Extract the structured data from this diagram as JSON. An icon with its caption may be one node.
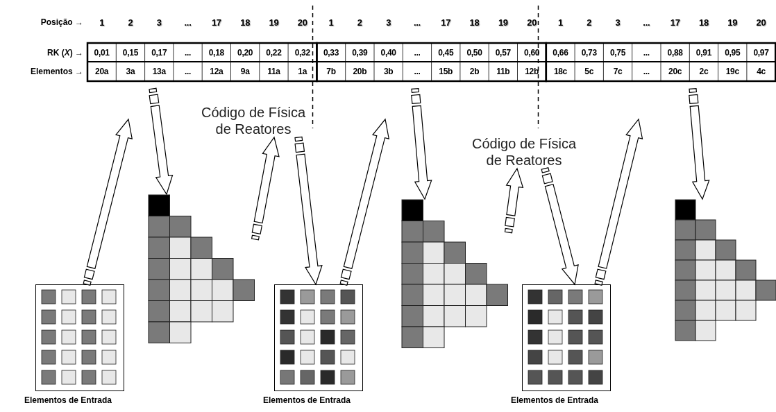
{
  "diagram": {
    "nodes": [
      {
        "text": [
          "Elementos de Entrada"
        ]
      },
      {
        "text": [],
        "shape": "picture"
      },
      {
        "text": [
          "Código de Física de Reatores"
        ]
      },
      {
        "text": [
          "Elementos de Entrada"
        ]
      },
      {
        "text": [],
        "shape": "picture"
      },
      {
        "text": [
          "Código de Física de Reatores"
        ]
      },
      {
        "text": [
          "Elementos de Entrada"
        ]
      },
      {
        "text": [],
        "shape": "picture"
      }
    ],
    "edges": [
      {
        "from": 0,
        "to": null,
        "arrow": "to"
      },
      {
        "from": null,
        "to": 1,
        "arrow": "to"
      },
      {
        "from": 1,
        "to": 2,
        "arrow": "to"
      },
      {
        "from": 2,
        "to": 3,
        "arrow": "to"
      },
      {
        "from": 3,
        "to": null,
        "arrow": "to"
      },
      {
        "from": null,
        "to": 4,
        "arrow": "to"
      },
      {
        "from": 4,
        "to": 5,
        "arrow": "to"
      },
      {
        "from": 5,
        "to": 6,
        "arrow": "to"
      },
      {
        "from": 6,
        "to": null,
        "arrow": "to"
      },
      {
        "from": null,
        "to": 7,
        "arrow": "to"
      }
    ],
    "labels": [
      "Posição →",
      "1",
      "2",
      "3",
      "...",
      "17",
      "18",
      "19",
      "20",
      "1",
      "2",
      "3",
      "...",
      "17",
      "18",
      "19",
      "20",
      "1",
      "2",
      "3",
      "...",
      "17",
      "18",
      "19",
      "20",
      "RK (*X*) →",
      "0,01",
      "0,15",
      "0,17",
      "...",
      "0,18",
      "0,20",
      "0,22",
      "0,32",
      "0,33",
      "0,39",
      "0,40",
      "...",
      "0,45",
      "0,50",
      "0,57",
      "0,60",
      "0,66",
      "0,73",
      "0,75",
      "...",
      "0,88",
      "0,91",
      "0,95",
      "0,97",
      "Elementos →",
      "20a",
      "3a",
      "13a",
      "...",
      "12a",
      "9a",
      "11a",
      "1a",
      "7b",
      "20b",
      "3b",
      "...",
      "15b",
      "2b",
      "11b",
      "12b",
      "18c",
      "5c",
      "7c",
      "...",
      "20c",
      "2c",
      "19c",
      "4c"
    ]
  }
}
